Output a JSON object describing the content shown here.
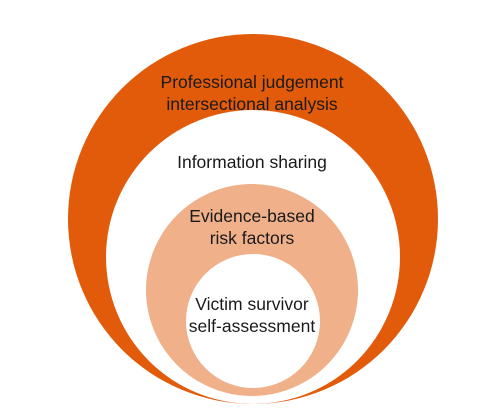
{
  "diagram": {
    "layers": [
      {
        "lines": [
          "Professional judgement",
          "intersectional analysis"
        ],
        "color": "#e15b0a"
      },
      {
        "lines": [
          "Information sharing"
        ],
        "color": "#ffffff"
      },
      {
        "lines": [
          "Evidence-based",
          "risk factors"
        ],
        "color": "#efb08a"
      },
      {
        "lines": [
          "Victim survivor",
          "self-assessment"
        ],
        "color": "#ffffff"
      }
    ],
    "text_color": "#1a1a1a"
  }
}
